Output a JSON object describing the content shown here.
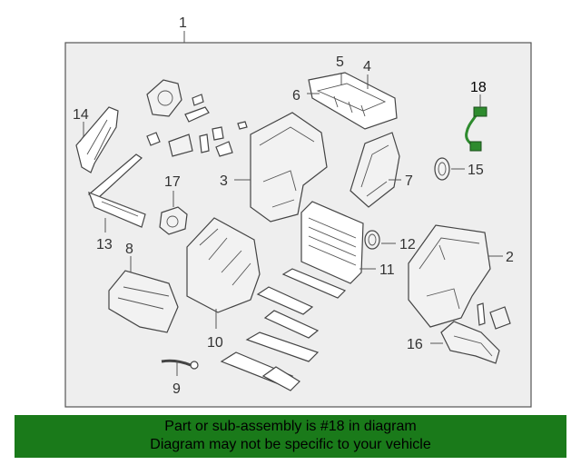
{
  "diagram": {
    "callouts": [
      "1",
      "2",
      "3",
      "4",
      "5",
      "6",
      "7",
      "8",
      "9",
      "10",
      "11",
      "12",
      "13",
      "14",
      "15",
      "16",
      "17",
      "18"
    ],
    "highlight": "18",
    "colors": {
      "frame_fill": "#eeeeee",
      "frame_stroke": "#555555",
      "highlight_part": "#2e8b2e"
    }
  },
  "banner": {
    "line1": "Part or sub-assembly is #18 in diagram",
    "line2": "Diagram may not be specific to your vehicle",
    "background": "#1a7a1a"
  }
}
